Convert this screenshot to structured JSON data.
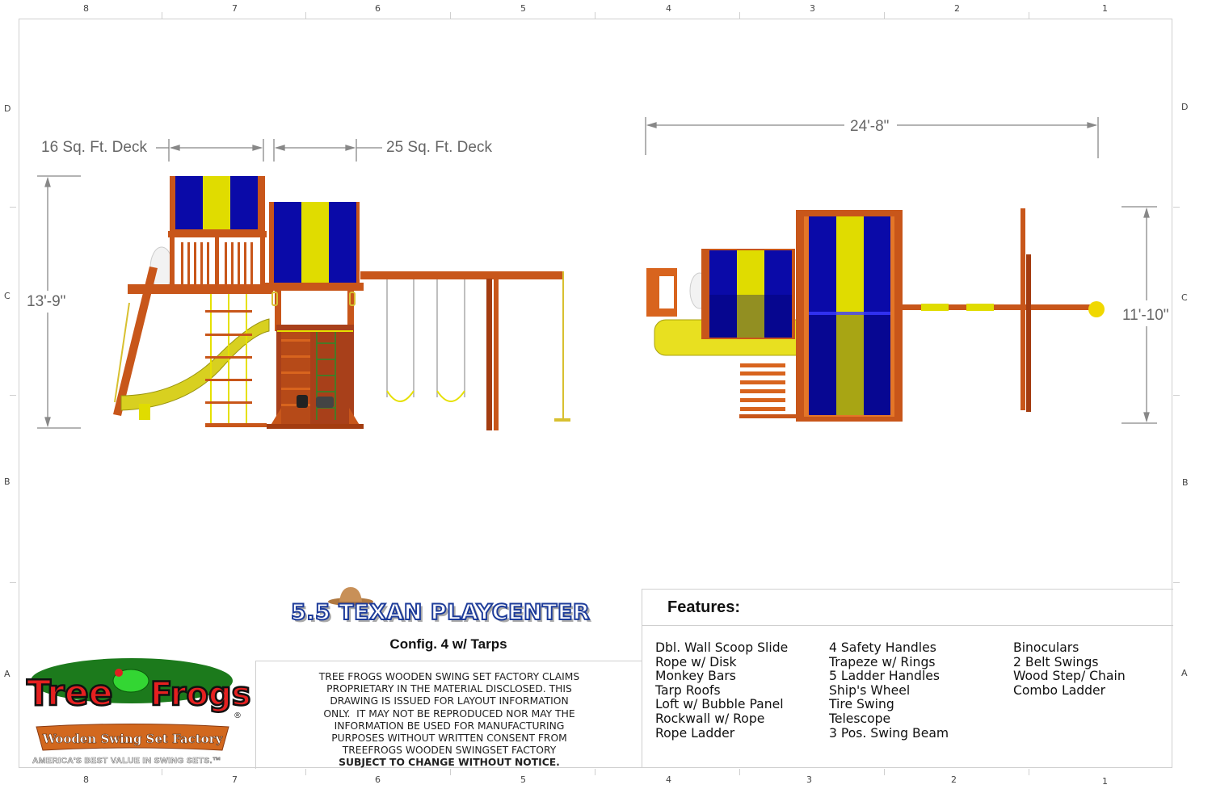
{
  "border": {
    "columns_top": [
      "8",
      "7",
      "6",
      "5",
      "4",
      "3",
      "2",
      "1"
    ],
    "columns_bottom": [
      "8",
      "7",
      "6",
      "5",
      "4",
      "3",
      "2",
      "1"
    ],
    "rows_left": [
      "D",
      "C",
      "B",
      "A"
    ],
    "rows_right": [
      "D",
      "C",
      "B",
      "A"
    ]
  },
  "side_view": {
    "deck_left_label": "16 Sq. Ft. Deck",
    "deck_right_label": "25 Sq. Ft. Deck",
    "height_label": "13'-9\""
  },
  "top_view": {
    "width_label": "24'-8\"",
    "depth_label": "11'-10\""
  },
  "colors": {
    "wood": "#c8561a",
    "wood_dark": "#8a3a10",
    "tarp_blue": "#0a0aa8",
    "tarp_yellow": "#e0dc00",
    "slide_yellow": "#d8d020",
    "dimension_gray": "#888888"
  },
  "title_block": {
    "product_name": "5.5 TEXAN PLAYCENTER",
    "configuration": "Config. 4 w/ Tarps"
  },
  "disclaimer": {
    "lines": [
      "TREE FROGS WOODEN SWING SET FACTORY CLAIMS",
      "PROPRIETARY IN THE MATERIAL DISCLOSED. THIS",
      "DRAWING IS ISSUED FOR LAYOUT INFORMATION",
      "ONLY.  IT MAY NOT BE REPRODUCED NOR MAY THE",
      "INFORMATION BE USED FOR MANUFACTURING",
      "PURPOSES WITHOUT WRITTEN CONSENT FROM",
      "TREEFROGS WOODEN SWINGSET FACTORY"
    ],
    "notice": "SUBJECT TO CHANGE WITHOUT NOTICE."
  },
  "features": {
    "title": "Features:",
    "col1": [
      "Dbl. Wall Scoop Slide",
      "Rope w/ Disk",
      "Monkey Bars",
      "Tarp Roofs",
      "Loft w/ Bubble Panel",
      "Rockwall w/ Rope",
      "Rope Ladder"
    ],
    "col2": [
      "4 Safety Handles",
      "Trapeze w/ Rings",
      "5 Ladder Handles",
      "Ship's Wheel",
      "Tire Swing",
      "Telescope",
      "3 Pos. Swing Beam"
    ],
    "col3": [
      "Binoculars",
      "2 Belt Swings",
      "Wood Step/ Chain",
      "Combo Ladder"
    ]
  },
  "logo": {
    "brand_left": "Tree",
    "brand_right": "Frogs",
    "registered": "®",
    "banner": "Wooden Swing Set Factory",
    "tagline": "AMERICA'S BEST VALUE IN SWING SETS.™"
  }
}
